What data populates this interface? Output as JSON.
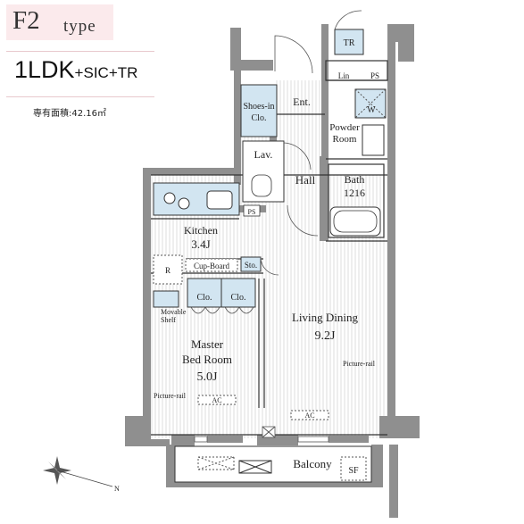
{
  "header": {
    "type_code": "F2",
    "type_word": "type",
    "layout": "1LDK",
    "layout_extras": "+SIC+TR",
    "area": "専有面積:42.16㎡"
  },
  "rooms": {
    "tr": "TR",
    "lin": "Lin",
    "ps_top": "PS",
    "w": "W",
    "ent": "Ent.",
    "shoes_in_1": "Shoes-in",
    "shoes_in_2": "Clo.",
    "powder_1": "Powder",
    "powder_2": "Room",
    "lav": "Lav.",
    "hall": "Hall",
    "bath_1": "Bath",
    "bath_2": "1216",
    "ps_mid": "PS",
    "kitchen_1": "Kitchen",
    "kitchen_2": "3.4J",
    "r": "R",
    "cupboard": "Cup-Board",
    "sto": "Sto.",
    "clo_1": "Clo.",
    "clo_2": "Clo.",
    "movable_1": "Movable",
    "movable_2": "Shelf",
    "living_1": "Living Dining",
    "living_2": "9.2J",
    "master_1": "Master",
    "master_2": "Bed Room",
    "master_3": "5.0J",
    "picture_rail_left": "Picture-rail",
    "picture_rail_right": "Picture-rail",
    "ac_left": "AC",
    "ac_right": "AC",
    "balcony": "Balcony",
    "sf": "SF",
    "compass_n": "N"
  },
  "colors": {
    "wall": "#8f8f8f",
    "storage": "#d2e5f1",
    "accent_bg": "#fbeaec"
  }
}
